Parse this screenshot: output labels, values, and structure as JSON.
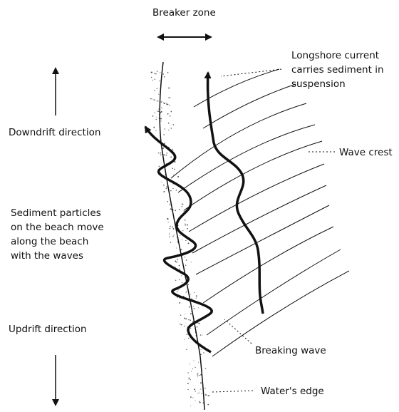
{
  "labels": {
    "breaker_zone": "Breaker zone",
    "longshore_1": "Longshore current",
    "longshore_2": "carries sediment in",
    "longshore_3": "suspension",
    "downdrift": "Downdrift direction",
    "wave_crest": "Wave crest",
    "sediment_1": "Sediment particles",
    "sediment_2": "on the beach move",
    "sediment_3": "along the beach",
    "sediment_4": "with the waves",
    "updrift": "Updrift direction",
    "breaking_wave": "Breaking wave",
    "waters_edge": "Water's edge"
  },
  "colors": {
    "ink": "#111111",
    "background": "#ffffff"
  }
}
